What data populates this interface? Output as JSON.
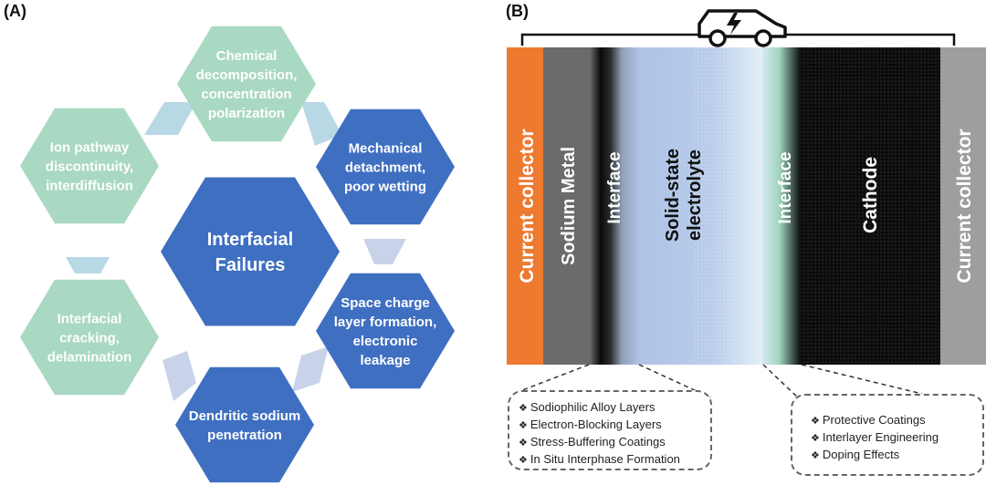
{
  "panel_a": {
    "label": "(A)",
    "center": [
      "Interfacial",
      "Failures"
    ],
    "hexes": [
      {
        "lines": [
          "Chemical",
          "decomposition,",
          "concentration",
          "polarization"
        ],
        "color": "#a9d8c3"
      },
      {
        "lines": [
          "Mechanical",
          "detachment,",
          "poor wetting"
        ],
        "color": "#3f6fc1"
      },
      {
        "lines": [
          "Space charge",
          "layer formation,",
          "electronic",
          "leakage"
        ],
        "color": "#3f6fc1"
      },
      {
        "lines": [
          "Dendritic sodium",
          "penetration"
        ],
        "color": "#3f6fc1"
      },
      {
        "lines": [
          "Interfacial",
          "cracking,",
          "delamination"
        ],
        "color": "#a9d8c3"
      },
      {
        "lines": [
          "Ion pathway",
          "discontinuity,",
          "interdiffusion"
        ],
        "color": "#a9d8c3"
      }
    ],
    "center_color": "#3f6fc1"
  },
  "panel_b": {
    "label": "(B)",
    "layers": {
      "current_collector_left": "Current collector",
      "sodium_metal": "Sodium Metal",
      "interface_left": "Interface",
      "electrolyte": [
        "Solid-state",
        "electrolyte"
      ],
      "interface_right": "Interface",
      "cathode": "Cathode",
      "current_collector_right": "Current collector"
    },
    "colors": {
      "collector_left": "#ee7a2f",
      "sodium": "#6b6b6b",
      "electrolyte": "#aec3e6",
      "cathode": "#0c0c0c",
      "collector_right": "#9e9e9e"
    },
    "car_icon": "electric-car-icon",
    "anode_strategies": [
      "Sodiophilic Alloy Layers",
      "Electron-Blocking Layers",
      "Stress-Buffering Coatings",
      "In Situ Interphase Formation"
    ],
    "cathode_strategies": [
      "Protective Coatings",
      "Interlayer Engineering",
      "Doping Effects"
    ],
    "bullet": "❖"
  }
}
